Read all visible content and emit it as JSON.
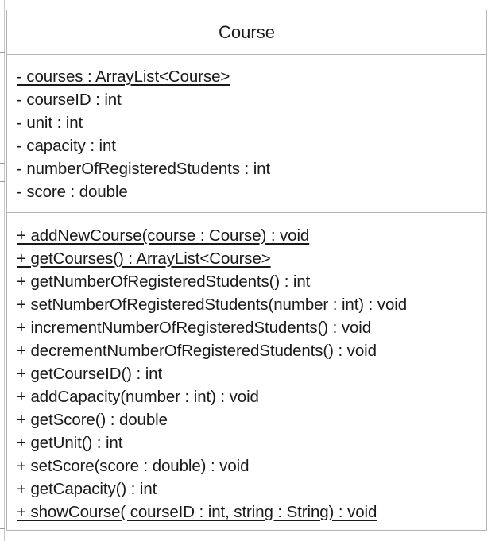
{
  "class_name": "Course",
  "attributes": [
    {
      "text": "- courses : ArrayList<Course>",
      "static": true
    },
    {
      "text": "- courseID : int",
      "static": false
    },
    {
      "text": "- unit : int",
      "static": false
    },
    {
      "text": "- capacity : int",
      "static": false
    },
    {
      "text": "- numberOfRegisteredStudents : int",
      "static": false
    },
    {
      "text": "- score : double",
      "static": false
    }
  ],
  "operations": [
    {
      "text": "+ addNewCourse(course : Course) : void",
      "static": true
    },
    {
      "text": "+ getCourses() : ArrayList<Course>",
      "static": true
    },
    {
      "text": "+ getNumberOfRegisteredStudents() : int",
      "static": false
    },
    {
      "text": "+ setNumberOfRegisteredStudents(number : int) : void",
      "static": false
    },
    {
      "text": "+ incrementNumberOfRegisteredStudents() : void",
      "static": false
    },
    {
      "text": "+ decrementNumberOfRegisteredStudents() : void",
      "static": false
    },
    {
      "text": "+ getCourseID() : int",
      "static": false
    },
    {
      "text": "+ addCapacity(number : int) : void",
      "static": false
    },
    {
      "text": "+ getScore() : double",
      "static": false
    },
    {
      "text": "+ getUnit() : int",
      "static": false
    },
    {
      "text": "+ setScore(score : double) : void",
      "static": false
    },
    {
      "text": "+ getCapacity() : int",
      "static": false
    },
    {
      "text": "+ showCourse( courseID : int, string : String) : void",
      "static": true
    }
  ]
}
